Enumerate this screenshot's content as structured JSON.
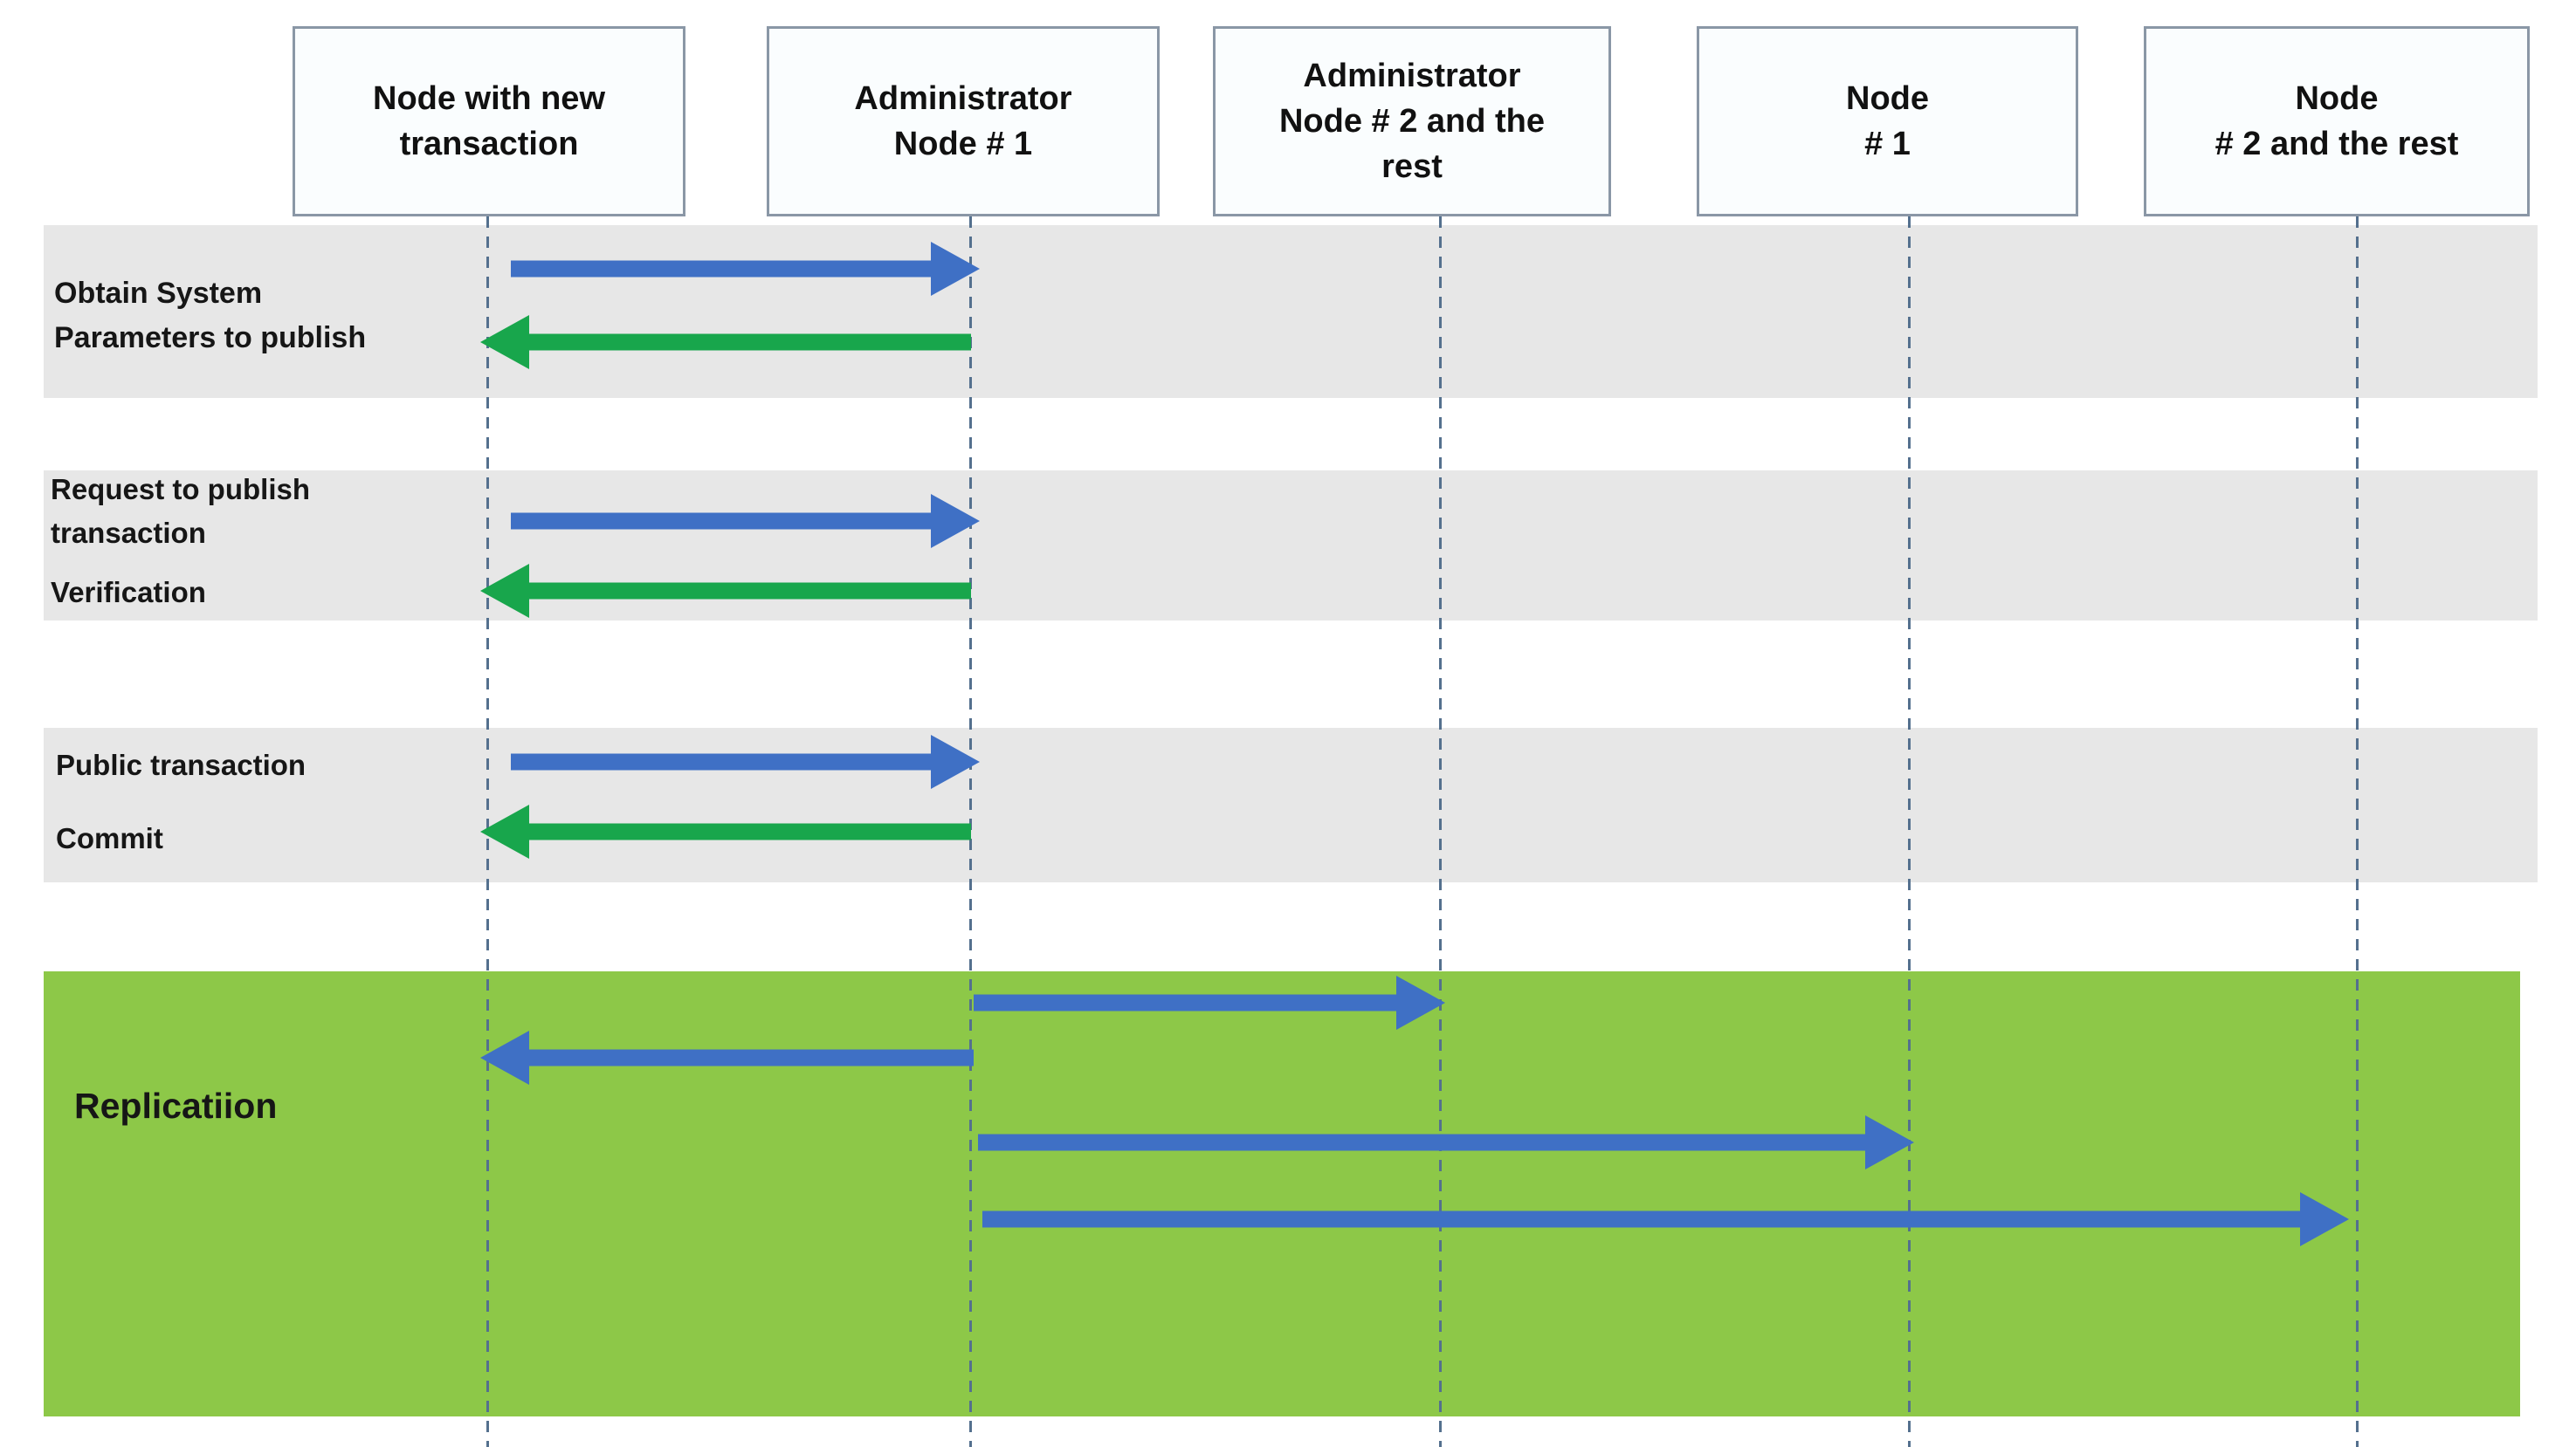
{
  "diagram": {
    "type": "sequence-diagram",
    "actors": [
      {
        "label": "Node with new\ntransaction"
      },
      {
        "label": "Administrator\nNode # 1"
      },
      {
        "label": "Administrator\nNode # 2 and the\nrest"
      },
      {
        "label": "Node\n# 1"
      },
      {
        "label": "Node\n# 2 and the rest"
      }
    ],
    "phases": [
      {
        "band": "gray",
        "label": "Obtain System\nParameters to publish",
        "messages": [
          {
            "from": "Node with new transaction",
            "to": "Administrator Node # 1",
            "direction": "right",
            "color": "blue"
          },
          {
            "from": "Administrator Node # 1",
            "to": "Node with new transaction",
            "direction": "left",
            "color": "green"
          }
        ]
      },
      {
        "band": "gray",
        "messages": [
          {
            "label": "Request to publish\ntransaction",
            "from": "Node with new transaction",
            "to": "Administrator Node # 1",
            "direction": "right",
            "color": "blue"
          },
          {
            "label": "Verification",
            "from": "Administrator Node # 1",
            "to": "Node with new transaction",
            "direction": "left",
            "color": "green"
          }
        ]
      },
      {
        "band": "gray",
        "messages": [
          {
            "label": "Public transaction",
            "from": "Node with new transaction",
            "to": "Administrator Node # 1",
            "direction": "right",
            "color": "blue"
          },
          {
            "label": "Commit",
            "from": "Administrator Node # 1",
            "to": "Node with new transaction",
            "direction": "left",
            "color": "green"
          }
        ]
      },
      {
        "band": "green",
        "label": "Replicatiion",
        "messages": [
          {
            "from": "Administrator Node # 1",
            "to": "Administrator Node # 2 and the rest",
            "direction": "right",
            "color": "blue"
          },
          {
            "from": "Administrator Node # 1",
            "to": "Node with new transaction",
            "direction": "left",
            "color": "blue"
          },
          {
            "from": "Administrator Node # 1",
            "to": "Node # 1",
            "direction": "right",
            "color": "blue"
          },
          {
            "from": "Administrator Node # 1",
            "to": "Node # 2 and the rest",
            "direction": "right",
            "color": "blue"
          }
        ]
      }
    ],
    "colors": {
      "arrow_blue": "#3f70c5",
      "arrow_green": "#18a64c",
      "phase_band_gray": "#e7e7e7",
      "replication_band_green": "#8dc848",
      "lifeline": "#54708e",
      "actor_border": "#8a97a6",
      "actor_fill": "#fafdfe"
    }
  }
}
